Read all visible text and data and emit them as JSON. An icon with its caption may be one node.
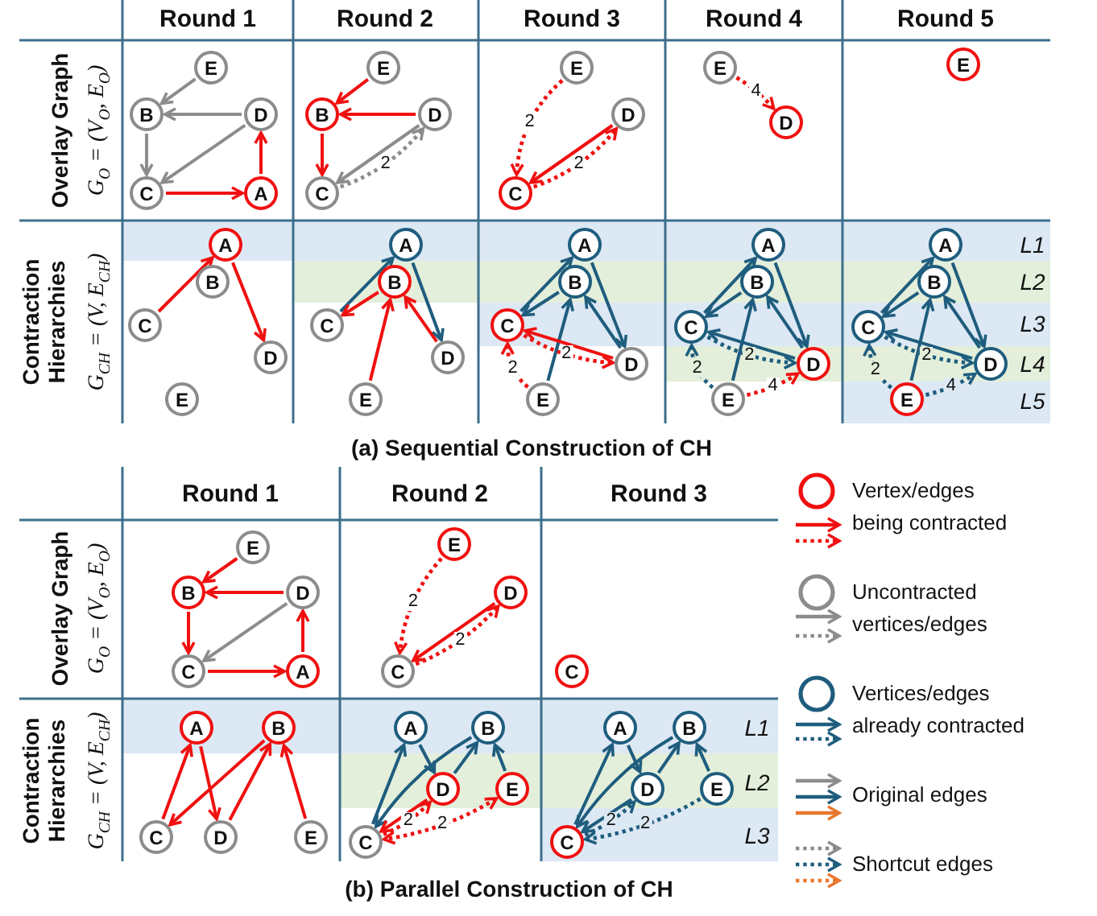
{
  "diagram": {
    "nodes": [
      {
        "text": [
          "E"
        ]
      },
      {
        "text": [
          "B"
        ]
      },
      {
        "text": [
          "D"
        ]
      },
      {
        "text": [
          "C"
        ]
      },
      {
        "text": [
          "A"
        ]
      },
      {
        "text": [
          "E"
        ]
      },
      {
        "text": [
          "B"
        ]
      },
      {
        "text": [
          "D"
        ]
      },
      {
        "text": [
          "C"
        ]
      },
      {
        "text": [
          "E"
        ]
      },
      {
        "text": [
          "D"
        ]
      },
      {
        "text": [
          "C"
        ]
      },
      {
        "text": [
          "E"
        ]
      },
      {
        "text": [
          "D"
        ]
      },
      {
        "text": [
          "E"
        ]
      },
      {
        "text": [
          "A"
        ]
      },
      {
        "text": [
          "B"
        ]
      },
      {
        "text": [
          "C"
        ]
      },
      {
        "text": [
          "D"
        ]
      },
      {
        "text": [
          "E"
        ]
      },
      {
        "text": [
          "A"
        ]
      },
      {
        "text": [
          "B"
        ]
      },
      {
        "text": [
          "C"
        ]
      },
      {
        "text": [
          "D"
        ]
      },
      {
        "text": [
          "E"
        ]
      },
      {
        "text": [
          "A"
        ]
      },
      {
        "text": [
          "B"
        ]
      },
      {
        "text": [
          "C"
        ]
      },
      {
        "text": [
          "D"
        ]
      },
      {
        "text": [
          "E"
        ]
      },
      {
        "text": [
          "A"
        ]
      },
      {
        "text": [
          "B"
        ]
      },
      {
        "text": [
          "C"
        ]
      },
      {
        "text": [
          "D"
        ]
      },
      {
        "text": [
          "E"
        ]
      },
      {
        "text": [
          "A"
        ]
      },
      {
        "text": [
          "B"
        ]
      },
      {
        "text": [
          "C"
        ]
      },
      {
        "text": [
          "D"
        ]
      },
      {
        "text": [
          "E"
        ]
      },
      {
        "text": [
          "E"
        ]
      },
      {
        "text": [
          "B"
        ]
      },
      {
        "text": [
          "D"
        ]
      },
      {
        "text": [
          "C"
        ]
      },
      {
        "text": [
          "A"
        ]
      },
      {
        "text": [
          "E"
        ]
      },
      {
        "text": [
          "D"
        ]
      },
      {
        "text": [
          "C"
        ]
      },
      {
        "text": [
          "C"
        ]
      },
      {
        "text": [
          "A"
        ]
      },
      {
        "text": [
          "B"
        ]
      },
      {
        "text": [
          "C"
        ]
      },
      {
        "text": [
          "D"
        ]
      },
      {
        "text": [
          "E"
        ]
      },
      {
        "text": [
          "A"
        ]
      },
      {
        "text": [
          "B"
        ]
      },
      {
        "text": [
          "D"
        ]
      },
      {
        "text": [
          "E"
        ]
      },
      {
        "text": [
          "C"
        ]
      },
      {
        "text": [
          "A"
        ]
      },
      {
        "text": [
          "B"
        ]
      },
      {
        "text": [
          "D"
        ]
      },
      {
        "text": [
          "E"
        ]
      },
      {
        "text": [
          "C"
        ]
      }
    ],
    "edges": [
      {
        "from": 0,
        "to": 1,
        "arrow": "to",
        "color": "#8c8c8c"
      },
      {
        "from": 2,
        "to": 1,
        "arrow": "to",
        "color": "#8c8c8c"
      },
      {
        "from": 1,
        "to": 3,
        "arrow": "to",
        "color": "#8c8c8c"
      },
      {
        "from": 2,
        "to": 3,
        "arrow": "to",
        "color": "#8c8c8c"
      },
      {
        "from": 3,
        "to": 4,
        "arrow": "to",
        "color": "#f01010"
      },
      {
        "from": 4,
        "to": 2,
        "arrow": "to",
        "color": "#f01010"
      },
      {
        "from": 5,
        "to": 6,
        "arrow": "to",
        "color": "#f01010"
      },
      {
        "from": 7,
        "to": 6,
        "arrow": "to",
        "color": "#f01010"
      },
      {
        "from": 6,
        "to": 8,
        "arrow": "to",
        "color": "#f01010"
      },
      {
        "from": 7,
        "to": 8,
        "arrow": "to",
        "color": "#8c8c8c"
      },
      {
        "from": 8,
        "to": 7,
        "arrow": "to",
        "label": "2",
        "style": "dashed",
        "color": "#8c8c8c"
      },
      {
        "from": 9,
        "to": 11,
        "arrow": "to",
        "label": "2",
        "style": "dashed",
        "color": "#f01010"
      },
      {
        "from": 10,
        "to": 11,
        "arrow": "to",
        "color": "#f01010"
      },
      {
        "from": 11,
        "to": 10,
        "arrow": "to",
        "label": "2",
        "style": "dashed",
        "color": "#f01010"
      },
      {
        "from": 12,
        "to": 13,
        "arrow": "to",
        "label": "4",
        "style": "dashed",
        "color": "#f01010"
      },
      {
        "from": 17,
        "to": 15,
        "arrow": "to",
        "color": "#f01010"
      },
      {
        "from": 15,
        "to": 18,
        "arrow": "to",
        "color": "#f01010"
      },
      {
        "from": 22,
        "to": 20,
        "arrow": "to"
      },
      {
        "from": 20,
        "to": 23,
        "arrow": "to"
      },
      {
        "from": 21,
        "to": 22,
        "arrow": "to",
        "color": "#f01010"
      },
      {
        "from": 24,
        "to": 21,
        "arrow": "to",
        "color": "#f01010"
      },
      {
        "from": 23,
        "to": 21,
        "arrow": "to",
        "color": "#f01010"
      },
      {
        "from": 27,
        "to": 25,
        "arrow": "to"
      },
      {
        "from": 25,
        "to": 28,
        "arrow": "to"
      },
      {
        "from": 26,
        "to": 27,
        "arrow": "to"
      },
      {
        "from": 29,
        "to": 26,
        "arrow": "to"
      },
      {
        "from": 28,
        "to": 26,
        "arrow": "to"
      },
      {
        "from": 28,
        "to": 27,
        "arrow": "to",
        "color": "#f01010"
      },
      {
        "from": 29,
        "to": 27,
        "arrow": "to",
        "label": "2",
        "style": "dashed",
        "color": "#f01010"
      },
      {
        "from": 27,
        "to": 28,
        "arrow": "to",
        "label": "2",
        "style": "dashed",
        "color": "#f01010"
      },
      {
        "from": 32,
        "to": 30,
        "arrow": "to"
      },
      {
        "from": 30,
        "to": 33,
        "arrow": "to"
      },
      {
        "from": 31,
        "to": 32,
        "arrow": "to"
      },
      {
        "from": 34,
        "to": 31,
        "arrow": "to"
      },
      {
        "from": 33,
        "to": 31,
        "arrow": "to"
      },
      {
        "from": 33,
        "to": 32,
        "arrow": "to"
      },
      {
        "from": 34,
        "to": 32,
        "arrow": "to",
        "label": "2",
        "style": "dashed"
      },
      {
        "from": 32,
        "to": 33,
        "arrow": "to",
        "label": "2",
        "style": "dashed"
      },
      {
        "from": 34,
        "to": 33,
        "arrow": "to",
        "label": "4",
        "style": "dashed",
        "color": "#f01010"
      },
      {
        "from": 37,
        "to": 35,
        "arrow": "to"
      },
      {
        "from": 35,
        "to": 38,
        "arrow": "to"
      },
      {
        "from": 36,
        "to": 37,
        "arrow": "to"
      },
      {
        "from": 39,
        "to": 36,
        "arrow": "to"
      },
      {
        "from": 38,
        "to": 36,
        "arrow": "to"
      },
      {
        "from": 38,
        "to": 37,
        "arrow": "to"
      },
      {
        "from": 39,
        "to": 37,
        "arrow": "to",
        "label": "2",
        "style": "dashed"
      },
      {
        "from": 37,
        "to": 38,
        "arrow": "to",
        "label": "2",
        "style": "dashed"
      },
      {
        "from": 39,
        "to": 38,
        "arrow": "to",
        "label": "4",
        "style": "dashed"
      },
      {
        "from": 40,
        "to": 41,
        "arrow": "to",
        "color": "#f01010"
      },
      {
        "from": 42,
        "to": 41,
        "arrow": "to",
        "color": "#f01010"
      },
      {
        "from": 41,
        "to": 43,
        "arrow": "to",
        "color": "#f01010"
      },
      {
        "from": 42,
        "to": 43,
        "arrow": "to",
        "color": "#8c8c8c"
      },
      {
        "from": 43,
        "to": 44,
        "arrow": "to",
        "color": "#f01010"
      },
      {
        "from": 44,
        "to": 42,
        "arrow": "to",
        "color": "#f01010"
      },
      {
        "from": 45,
        "to": 47,
        "arrow": "to",
        "label": "2",
        "style": "dashed",
        "color": "#f01010"
      },
      {
        "from": 46,
        "to": 47,
        "arrow": "to",
        "color": "#f01010"
      },
      {
        "from": 47,
        "to": 46,
        "arrow": "to",
        "label": "2",
        "style": "dashed",
        "color": "#f01010"
      },
      {
        "from": 51,
        "to": 49,
        "arrow": "to",
        "color": "#f01010"
      },
      {
        "from": 49,
        "to": 52,
        "arrow": "to",
        "color": "#f01010"
      },
      {
        "from": 50,
        "to": 51,
        "arrow": "to",
        "color": "#f01010"
      },
      {
        "from": 52,
        "to": 50,
        "arrow": "to",
        "color": "#f01010"
      },
      {
        "from": 53,
        "to": 50,
        "arrow": "to",
        "color": "#f01010"
      },
      {
        "from": 58,
        "to": 54,
        "arrow": "to"
      },
      {
        "from": 54,
        "to": 56,
        "arrow": "to"
      },
      {
        "from": 55,
        "to": 58,
        "arrow": "to"
      },
      {
        "from": 56,
        "to": 55,
        "arrow": "to"
      },
      {
        "from": 57,
        "to": 55,
        "arrow": "to"
      },
      {
        "from": 56,
        "to": 58,
        "arrow": "to",
        "color": "#f01010"
      },
      {
        "from": 58,
        "to": 56,
        "arrow": "to",
        "label": "2",
        "style": "dashed",
        "color": "#f01010"
      },
      {
        "from": 57,
        "to": 58,
        "arrow": "both",
        "label": "2",
        "style": "dashed",
        "color": "#f01010"
      },
      {
        "from": 63,
        "to": 59,
        "arrow": "to"
      },
      {
        "from": 59,
        "to": 61,
        "arrow": "to"
      },
      {
        "from": 60,
        "to": 63,
        "arrow": "to"
      },
      {
        "from": 61,
        "to": 60,
        "arrow": "to"
      },
      {
        "from": 62,
        "to": 60,
        "arrow": "to"
      },
      {
        "from": 61,
        "to": 63,
        "arrow": "to"
      },
      {
        "from": 63,
        "to": 61,
        "arrow": "to",
        "label": "2",
        "style": "dashed"
      },
      {
        "from": 62,
        "to": 63,
        "arrow": "to",
        "label": "2",
        "style": "dashed"
      }
    ],
    "labels": [
      "Round 1",
      "Round 2",
      "Round 3",
      "Round 4",
      "Round 5",
      "Overlay Graph",
      "G$_{O}$ = (V$_{O}$, E$_{O}$)",
      "Contraction Hierarchies",
      "G$_{CH}$ = (V, E$_{CH}$)",
      "L1",
      "L2",
      "L3",
      "L4",
      "L5",
      "(a) Sequential Construction of CH",
      "Round 1",
      "Round 2",
      "Round 3",
      "Overlay Graph",
      "G$_{O}$ = (V$_{O}$, E$_{O}$)",
      "Contraction Hierarchies",
      "G$_{CH}$ = (V, E$_{CH}$)",
      "L1",
      "L2",
      "L3",
      "(b) Parallel Construction of CH"
    ],
    "legend": [
      {
        "text": "Vertex/edges being contracted"
      },
      {
        "text": "Uncontracted vertices/edges"
      },
      {
        "text": "Vertices/edges already contracted"
      },
      {
        "text": "Original edges"
      },
      {
        "text": "Shortcut edges"
      }
    ]
  }
}
